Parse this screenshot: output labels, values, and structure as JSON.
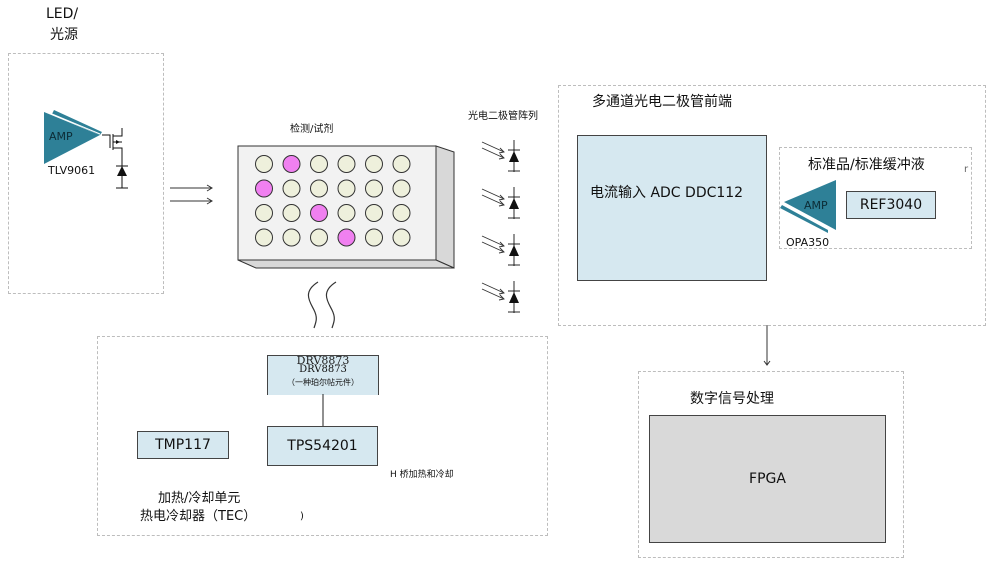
{
  "led_section": {
    "title_line1": "LED/",
    "title_line2": "光源",
    "amp_label": "AMP",
    "amp_part": "TLV9061"
  },
  "plate_section": {
    "title": "检测/试剂",
    "wells": [
      [
        "empty",
        "sample",
        "empty",
        "empty",
        "empty",
        "empty"
      ],
      [
        "sample",
        "empty",
        "empty",
        "empty",
        "empty",
        "empty"
      ],
      [
        "empty",
        "empty",
        "sample",
        "empty",
        "empty",
        "empty"
      ],
      [
        "empty",
        "empty",
        "empty",
        "sample",
        "empty",
        "empty"
      ]
    ]
  },
  "photodiode_section": {
    "title": "光电二极管阵列",
    "count": 4
  },
  "frontend_section": {
    "title": "多通道光电二极管前端",
    "adc_label": "电流输入 ADC DDC112",
    "reference": {
      "title": "标准品/标准缓冲液",
      "amp_label": "AMP",
      "amp_part": "OPA350",
      "ref_label": "REF3040",
      "stray_mark": "r"
    }
  },
  "dsp_section": {
    "title": "数字信号处理",
    "fpga_label": "FPGA"
  },
  "tec_section": {
    "title_line1": "加热/冷却单元",
    "title_line2": "热电冷却器（TEC）",
    "drv_ghost": "DRV8873",
    "drv_label": "DRV8873",
    "drv_sub": "（一种珀尔帖元件）",
    "tps_label": "TPS54201",
    "tmp_label": "TMP117",
    "hbridge_note": "H 桥加热和冷却",
    "stray_mark": ")"
  },
  "colors": {
    "amp_teal": "#2e8097",
    "block_fill": "#d6e8f0",
    "fpga_fill": "#d9d9d9",
    "well_empty": "#eef0dc",
    "well_sample": "#f080f0",
    "plate_face": "#f2f2f2",
    "plate_side": "#d8d8d8"
  }
}
